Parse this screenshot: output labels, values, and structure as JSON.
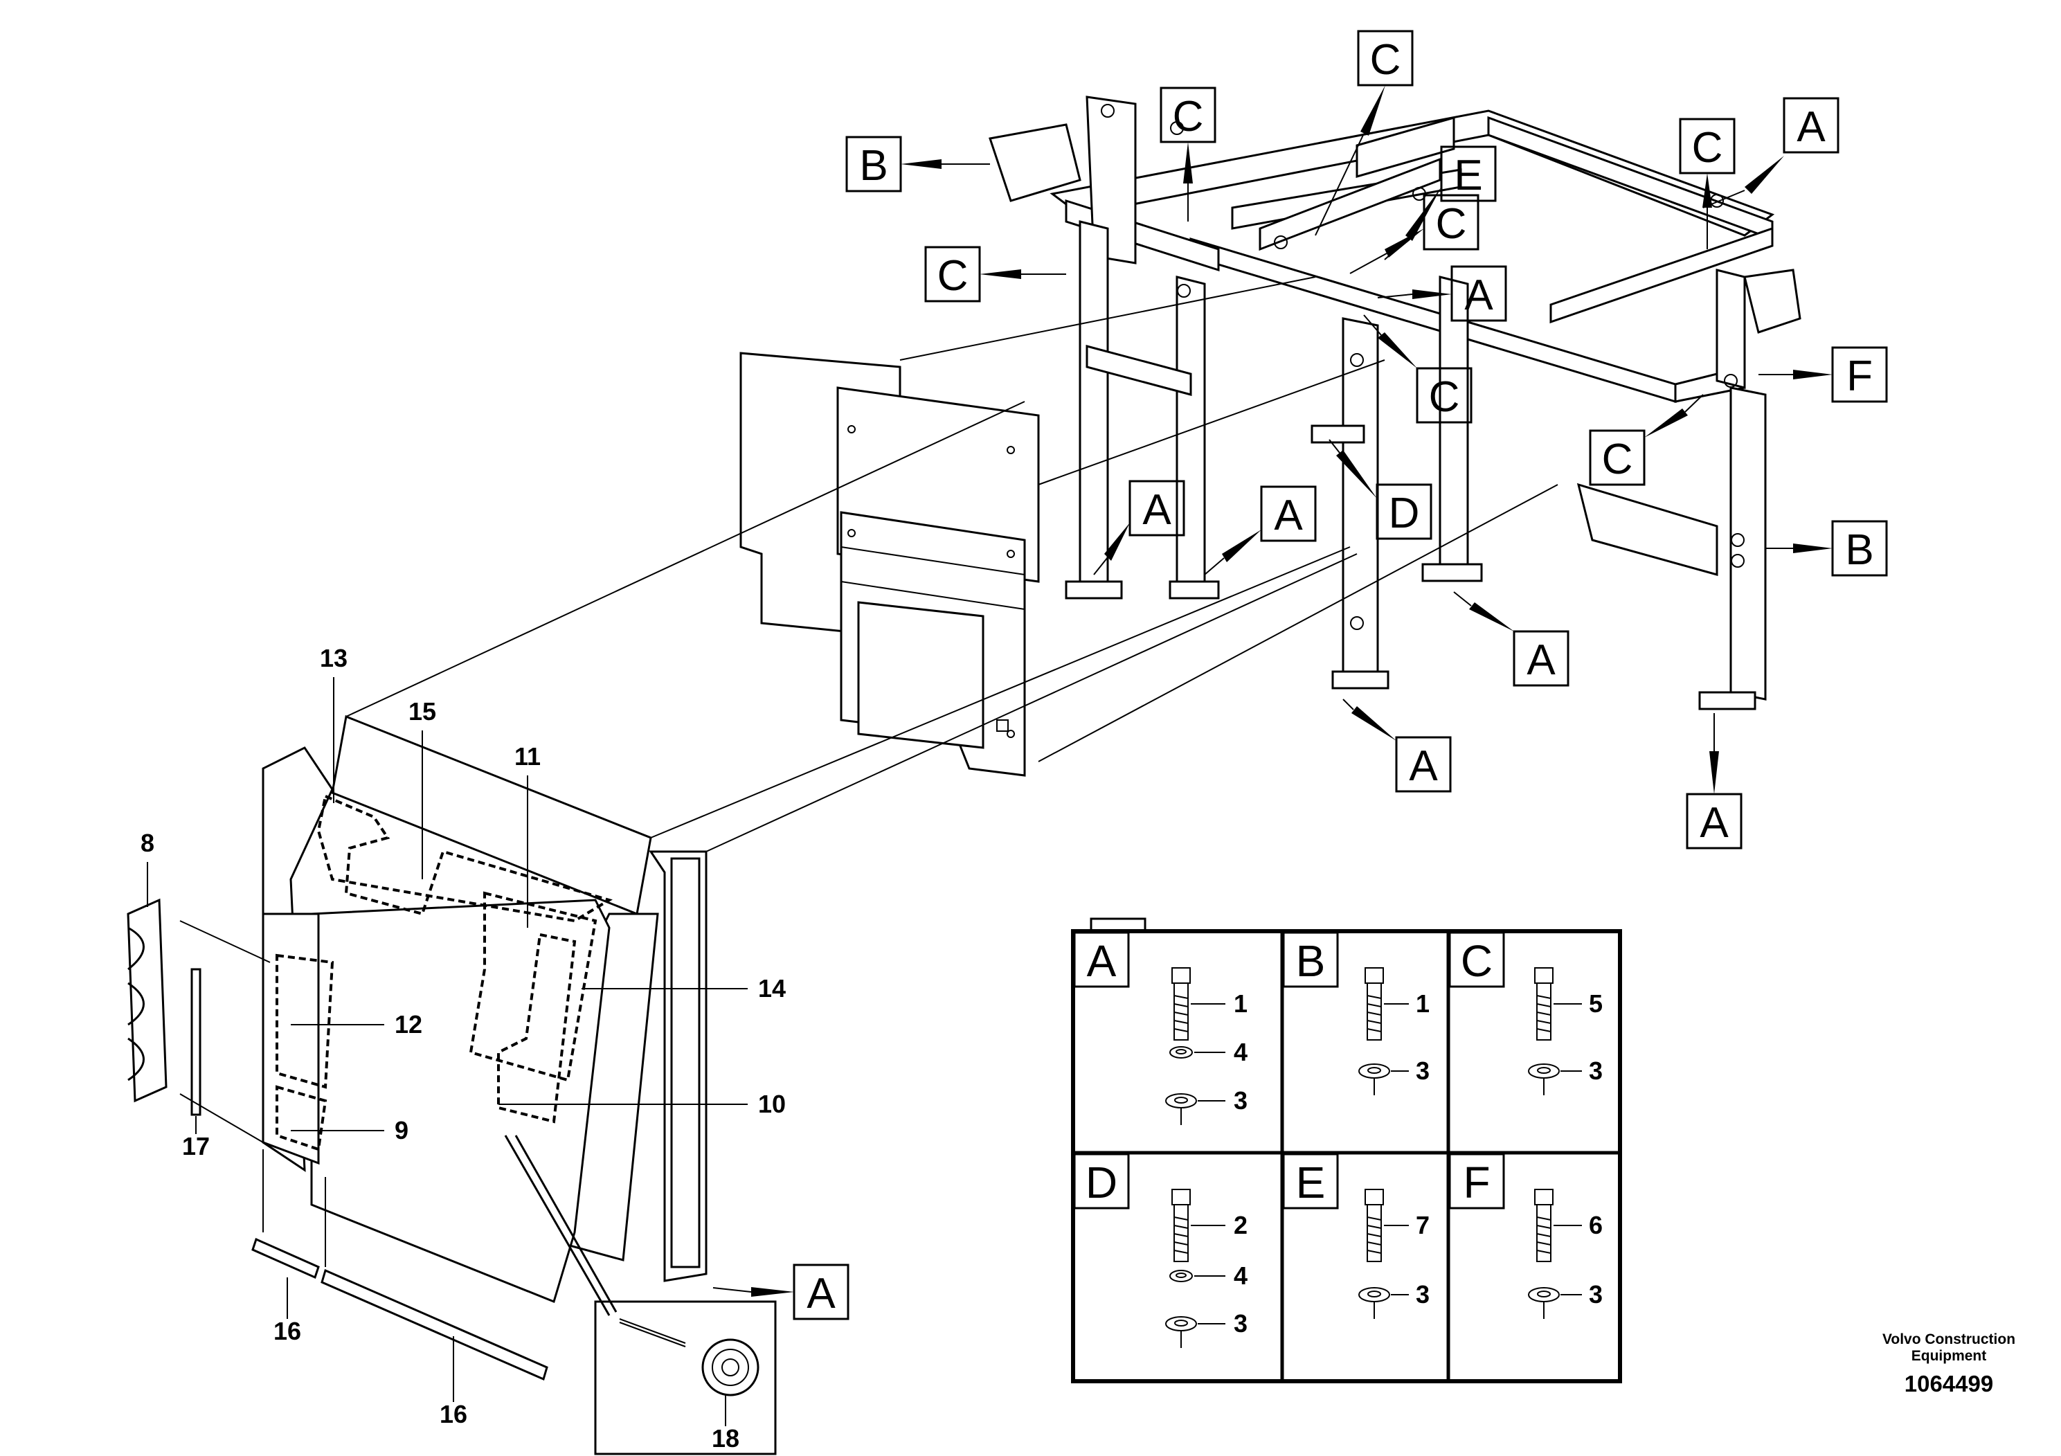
{
  "callouts": [
    "8",
    "9",
    "10",
    "11",
    "12",
    "13",
    "14",
    "15",
    "16",
    "16",
    "17",
    "18"
  ],
  "tags": [
    "A",
    "A",
    "A",
    "A",
    "A",
    "A",
    "A",
    "A",
    "A",
    "B",
    "B",
    "C",
    "C",
    "C",
    "C",
    "C",
    "C",
    "C",
    "D",
    "E",
    "F"
  ],
  "kits": [
    {
      "letter": "A",
      "items": [
        "1",
        "4",
        "3"
      ]
    },
    {
      "letter": "B",
      "items": [
        "1",
        "3"
      ]
    },
    {
      "letter": "C",
      "items": [
        "5",
        "3"
      ]
    },
    {
      "letter": "D",
      "items": [
        "2",
        "4",
        "3"
      ]
    },
    {
      "letter": "E",
      "items": [
        "7",
        "3"
      ]
    },
    {
      "letter": "F",
      "items": [
        "6",
        "3"
      ]
    }
  ],
  "footer": {
    "brand": "Volvo Construction Equipment",
    "drawing_number": "1064499"
  }
}
